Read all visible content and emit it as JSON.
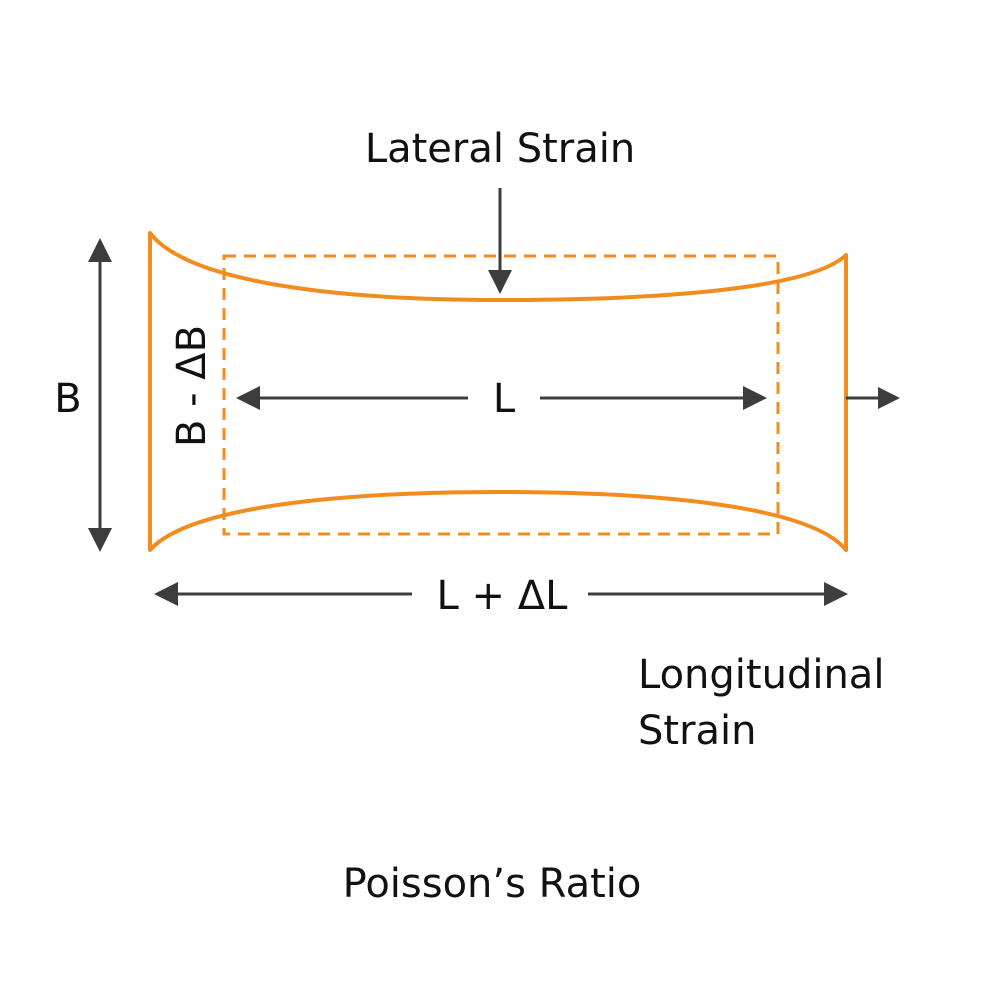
{
  "diagram": {
    "top_label": "Lateral Strain",
    "left_outer_label": "B",
    "left_inner_label": "B - ΔB",
    "inner_length_label": "L",
    "outer_length_label": "L + ΔL",
    "side_label_line1": "Longitudinal",
    "side_label_line2": "Strain",
    "caption": "Poisson’s Ratio"
  },
  "colors": {
    "shape_stroke": "#F28C1E",
    "arrows": "#3d3d3d",
    "text": "#111111",
    "background": "#ffffff"
  }
}
